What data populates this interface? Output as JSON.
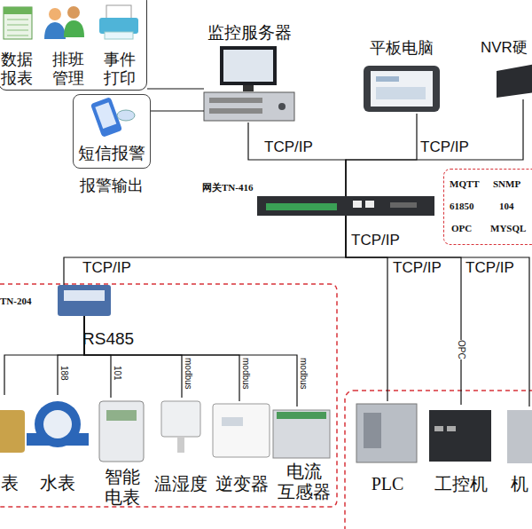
{
  "diagram": {
    "nodes": [
      {
        "text": [
          "数据 报表",
          "排班 管理",
          "事件 打印"
        ]
      },
      {
        "text": [
          "监控服务器"
        ]
      },
      {
        "text": [
          "平板电脑"
        ]
      },
      {
        "text": [
          "NVR硬"
        ]
      },
      {
        "text": [
          "短信报警",
          "报警输出"
        ]
      },
      {
        "text": [
          "网关TN-416"
        ]
      },
      {
        "text": [
          "MQTT",
          "SNMP",
          "61850",
          "104",
          "OPC",
          "MYSQL"
        ]
      },
      {
        "text": [
          "TN-204",
          "RS485"
        ]
      },
      {
        "text": [
          "表"
        ]
      },
      {
        "text": [
          "水表"
        ]
      },
      {
        "text": [
          "智能 电表"
        ]
      },
      {
        "text": [
          "温湿度"
        ]
      },
      {
        "text": [
          "逆变器"
        ]
      },
      {
        "text": [
          "电流 互感器"
        ]
      },
      {
        "text": [
          "PLC"
        ]
      },
      {
        "text": [
          "工控机"
        ]
      },
      {
        "text": [
          "机"
        ]
      }
    ],
    "edges": [
      {
        "from": 0,
        "to": 1,
        "arrow": "none"
      },
      {
        "from": 4,
        "to": 1,
        "arrow": "none"
      },
      {
        "from": 1,
        "to": 5,
        "label": "TCP/IP",
        "arrow": "none"
      },
      {
        "from": 2,
        "to": 5,
        "label": "TCP/IP",
        "arrow": "none"
      },
      {
        "from": 3,
        "to": 5,
        "arrow": "none"
      },
      {
        "from": 5,
        "to": 7,
        "label": "TCP/IP",
        "arrow": "none"
      },
      {
        "from": 5,
        "to": 14,
        "label": "TCP/IP",
        "arrow": "none"
      },
      {
        "from": 5,
        "to": 15,
        "label": "TCP/IP",
        "arrow": "none"
      },
      {
        "from": 5,
        "to": 16,
        "arrow": "none"
      },
      {
        "from": 7,
        "to": 8,
        "arrow": "none"
      },
      {
        "from": 7,
        "to": 9,
        "label": "188",
        "arrow": "none"
      },
      {
        "from": 7,
        "to": 10,
        "label": "101",
        "arrow": "none"
      },
      {
        "from": 7,
        "to": 11,
        "label": "modbus",
        "arrow": "none"
      },
      {
        "from": 7,
        "to": 12,
        "label": "modbus",
        "arrow": "none"
      },
      {
        "from": 7,
        "to": 13,
        "label": "modbus",
        "arrow": "none"
      }
    ],
    "labels": [
      "TCP/IP",
      "OPC"
    ]
  }
}
